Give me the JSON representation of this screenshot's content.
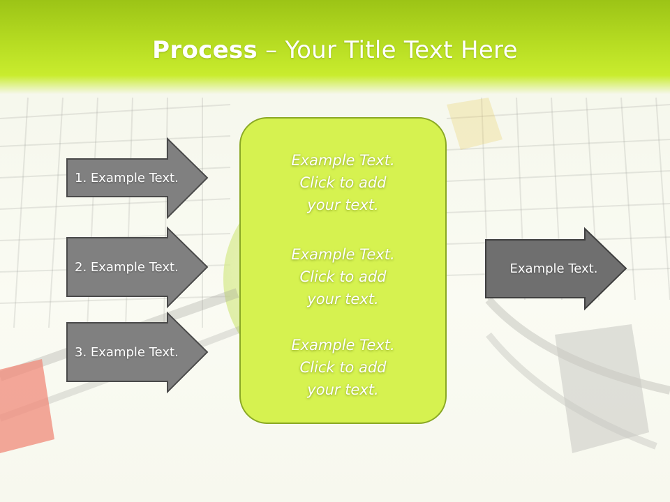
{
  "title": {
    "bold": "Process",
    "rest": " – Your Title Text Here"
  },
  "left_steps": [
    {
      "label": "1. Example Text."
    },
    {
      "label": "2. Example Text."
    },
    {
      "label": "3. Example Text."
    }
  ],
  "center_box": {
    "blocks": [
      {
        "line1": "Example Text.",
        "line2": "Click  to add",
        "line3": "your text."
      },
      {
        "line1": "Example Text.",
        "line2": "Click  to add",
        "line3": "your text."
      },
      {
        "line1": "Example Text.",
        "line2": "Click  to add",
        "line3": "your text."
      }
    ]
  },
  "output_arrow": {
    "label": "Example Text."
  },
  "colors": {
    "header": "#b6dc22",
    "box": "#d6f250",
    "arrow": "#7f7f7f",
    "arrow_border": "#4a4a4a"
  }
}
